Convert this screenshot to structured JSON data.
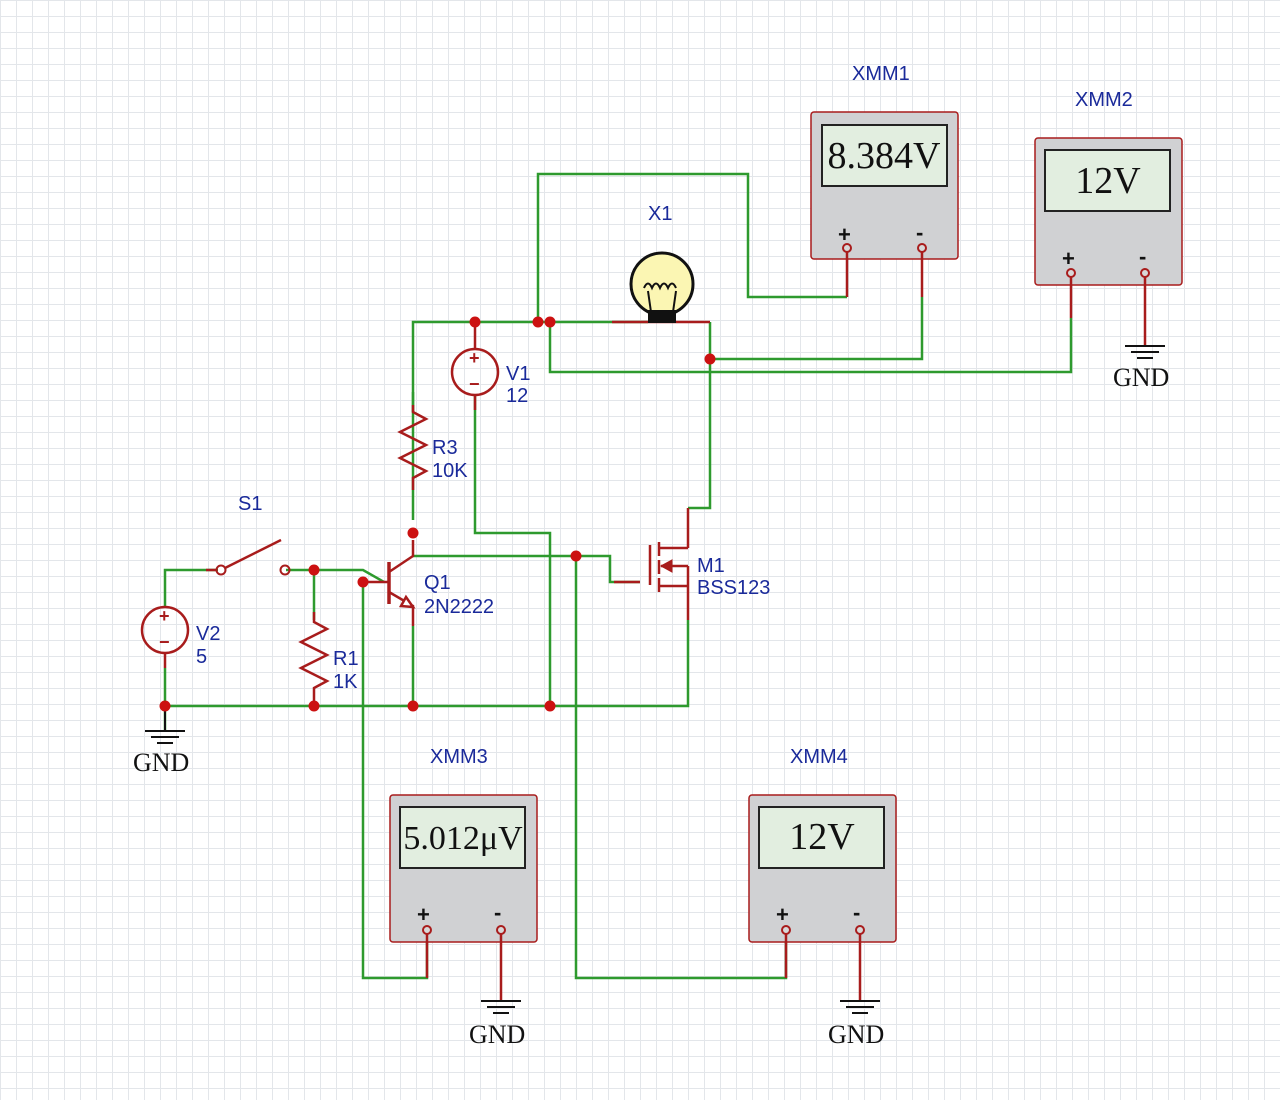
{
  "ground_label": "GND",
  "components": {
    "v1": {
      "name": "V1",
      "value": "12"
    },
    "v2": {
      "name": "V2",
      "value": "5"
    },
    "r1": {
      "name": "R1",
      "value": "1K"
    },
    "r3": {
      "name": "R3",
      "value": "10K"
    },
    "q1": {
      "name": "Q1",
      "model": "2N2222"
    },
    "m1": {
      "name": "M1",
      "model": "BSS123"
    },
    "s1": {
      "name": "S1"
    },
    "x1": {
      "name": "X1"
    }
  },
  "meters": {
    "xmm1": {
      "name": "XMM1",
      "reading": "8.384V"
    },
    "xmm2": {
      "name": "XMM2",
      "reading": "12V"
    },
    "xmm3": {
      "name": "XMM3",
      "reading": "5.012μV"
    },
    "xmm4": {
      "name": "XMM4",
      "reading": "12V"
    }
  },
  "terminals": {
    "plus": "+",
    "minus": "-"
  },
  "source_signs": {
    "plus": "+",
    "minus": "−"
  },
  "colors": {
    "wire": "#2e9a2e",
    "component": "#a81c1c",
    "junction": "#cc1111",
    "label": "#1a2a9a"
  }
}
